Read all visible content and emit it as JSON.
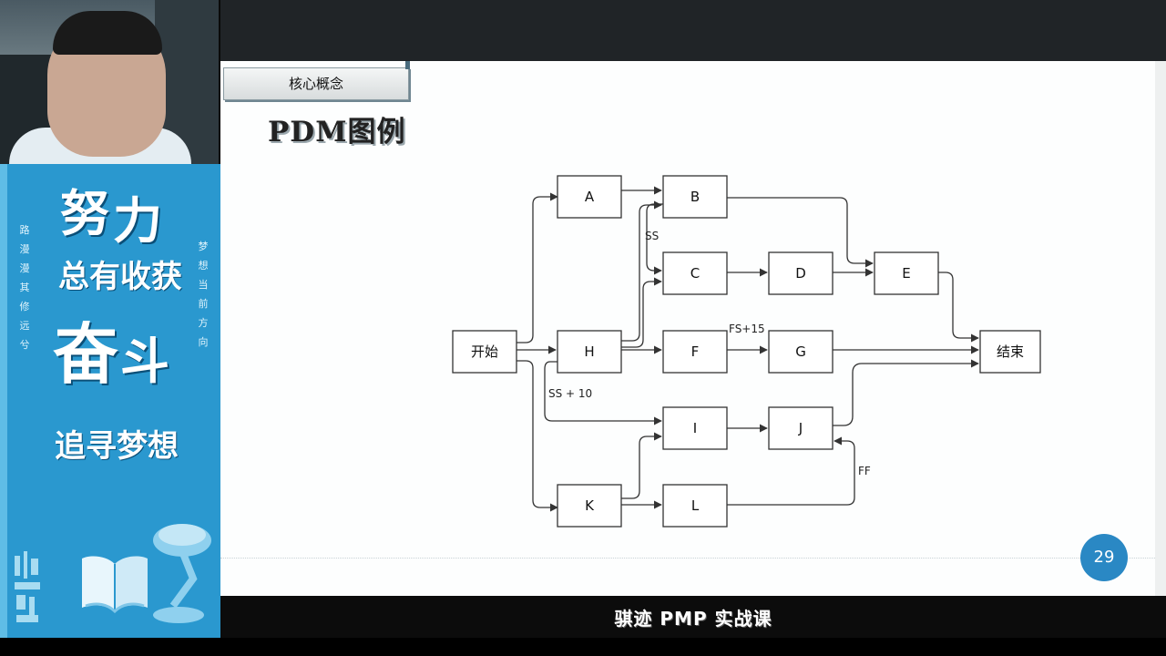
{
  "tag_label": "核心概念",
  "slide_title": "PDM图例",
  "page_number": "29",
  "caption": "骐迹 PMP 实战课",
  "sidebar": {
    "line1a": "努",
    "line1b": "力",
    "line2": "总有收获",
    "line3a": "奋",
    "line3b": "斗",
    "line4": "追寻梦想",
    "vertical_left": "路漫漫其修远兮",
    "vertical_right": "梦想当前方向"
  },
  "diagram": {
    "nodes": {
      "start": "开始",
      "A": "A",
      "B": "B",
      "C": "C",
      "D": "D",
      "E": "E",
      "H": "H",
      "F": "F",
      "G": "G",
      "I": "I",
      "J": "J",
      "K": "K",
      "L": "L",
      "end": "结束"
    },
    "labels": {
      "ss": "SS",
      "fs15": "FS+15",
      "ss10": "SS + 10",
      "ff": "FF"
    }
  },
  "colors": {
    "banner": "#2a98cf",
    "page_badge": "#2a88c4"
  }
}
